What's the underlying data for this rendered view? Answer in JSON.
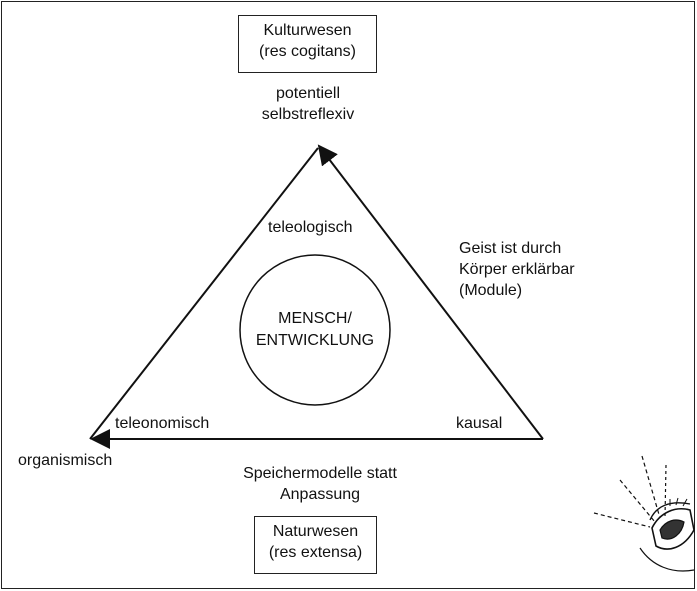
{
  "top_box": {
    "line1": "Kulturwesen",
    "line2": "(res cogitans)"
  },
  "bottom_box": {
    "line1": "Naturwesen",
    "line2": "(res extensa)"
  },
  "top_caption": {
    "line1": "potentiell",
    "line2": "selbstreflexiv"
  },
  "right_caption": {
    "line1": "Geist ist durch",
    "line2": "Körper erklärbar",
    "line3": "(Module)"
  },
  "bottom_caption": {
    "line1": "Speichermodelle statt",
    "line2": "Anpassung"
  },
  "left_vertex_label": "organismisch",
  "edge_labels": {
    "top": "teleologisch",
    "left": "teleonomisch",
    "right": "kausal"
  },
  "center": {
    "line1": "MENSCH/",
    "line2": "ENTWICKLUNG"
  }
}
